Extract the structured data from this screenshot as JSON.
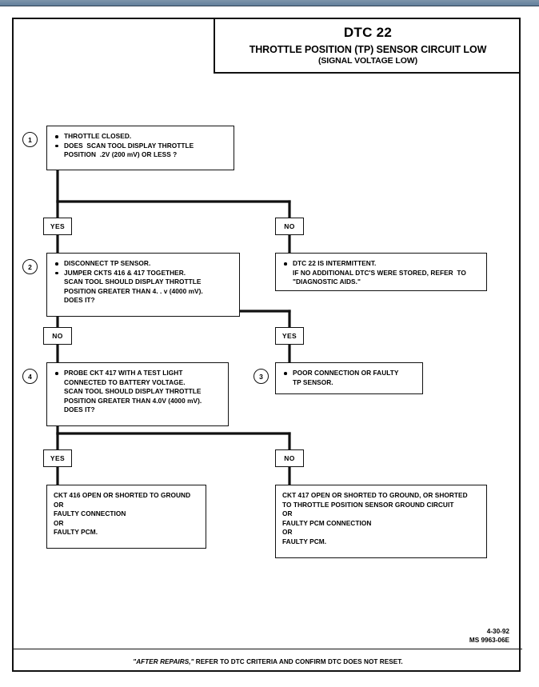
{
  "header": {
    "dtc_code": "DTC 22",
    "title": "THROTTLE POSITION (TP) SENSOR CIRCUIT LOW",
    "subtitle": "(SIGNAL VOLTAGE LOW)"
  },
  "steps": {
    "step1": {
      "number": "1",
      "lines": [
        {
          "bullet": true,
          "text": "THROTTLE CLOSED."
        },
        {
          "bullet": false,
          "text": "DOES  SCAN TOOL DISPLAY THROTTLE"
        },
        {
          "bullet": false,
          "text": "POSITION  .2V (200 mV) OR LESS ?"
        }
      ]
    },
    "step2": {
      "number": "2",
      "lines": [
        {
          "bullet": true,
          "text": "DISCONNECT TP SENSOR."
        },
        {
          "bullet": true,
          "text": "JUMPER CKTS 416 & 417 TOGETHER."
        },
        {
          "bullet": false,
          "text": "SCAN TOOL SHOULD DISPLAY THROTTLE"
        },
        {
          "bullet": false,
          "text": "POSITION GREATER THAN 4. . v (4000 mV)."
        },
        {
          "bullet": false,
          "text": "DOES IT?"
        }
      ]
    },
    "step3": {
      "number": "3",
      "lines": [
        {
          "bullet": true,
          "text": "POOR CONNECTION OR FAULTY"
        },
        {
          "bullet": false,
          "text": "TP SENSOR."
        }
      ]
    },
    "step4": {
      "number": "4",
      "lines": [
        {
          "bullet": true,
          "text": "PROBE CKT 417 WITH A TEST LIGHT"
        },
        {
          "bullet": false,
          "text": "CONNECTED TO BATTERY VOLTAGE."
        },
        {
          "bullet": false,
          "text": "SCAN TOOL SHOULD DISPLAY THROTTLE"
        },
        {
          "bullet": false,
          "text": "POSITION GREATER THAN 4.0V (4000 mV)."
        },
        {
          "bullet": false,
          "text": "DOES IT?"
        }
      ]
    },
    "intermittent": {
      "lines": [
        {
          "bullet": true,
          "text": "DTC 22 IS INTERMITTENT."
        },
        {
          "bullet": false,
          "text": "IF NO ADDITIONAL DTC'S WERE STORED, REFER  TO"
        },
        {
          "bullet": false,
          "text": "\"DIAGNOSTIC AIDS.\""
        }
      ]
    },
    "outcome_ckt416": {
      "lines": [
        {
          "bullet": false,
          "text": "CKT 416 OPEN OR SHORTED TO GROUND"
        },
        {
          "bullet": false,
          "text": "OR"
        },
        {
          "bullet": false,
          "text": "FAULTY CONNECTION"
        },
        {
          "bullet": false,
          "text": "OR"
        },
        {
          "bullet": false,
          "text": "FAULTY PCM."
        }
      ]
    },
    "outcome_ckt417": {
      "lines": [
        {
          "bullet": false,
          "text": "CKT 417 OPEN OR SHORTED TO GROUND, OR SHORTED"
        },
        {
          "bullet": false,
          "text": "TO THROTTLE POSITION SENSOR GROUND CIRCUIT"
        },
        {
          "bullet": false,
          "text": "OR"
        },
        {
          "bullet": false,
          "text": "FAULTY PCM CONNECTION"
        },
        {
          "bullet": false,
          "text": "OR"
        },
        {
          "bullet": false,
          "text": "FAULTY PCM."
        }
      ]
    }
  },
  "branches": {
    "b1_yes": "YES",
    "b1_no": "NO",
    "b2_no": "NO",
    "b2_yes": "YES",
    "b3_yes": "YES",
    "b3_no": "NO"
  },
  "footer": {
    "note_quote": "\"AFTER REPAIRS,\"",
    "note_rest": " REFER TO DTC CRITERIA  AND CONFIRM DTC DOES NOT RESET.",
    "date": "4-30-92",
    "doc_number": "MS 9963-06E"
  },
  "colors": {
    "ink": "#111111",
    "paper": "#ffffff",
    "chrome": "#6d87a0"
  }
}
